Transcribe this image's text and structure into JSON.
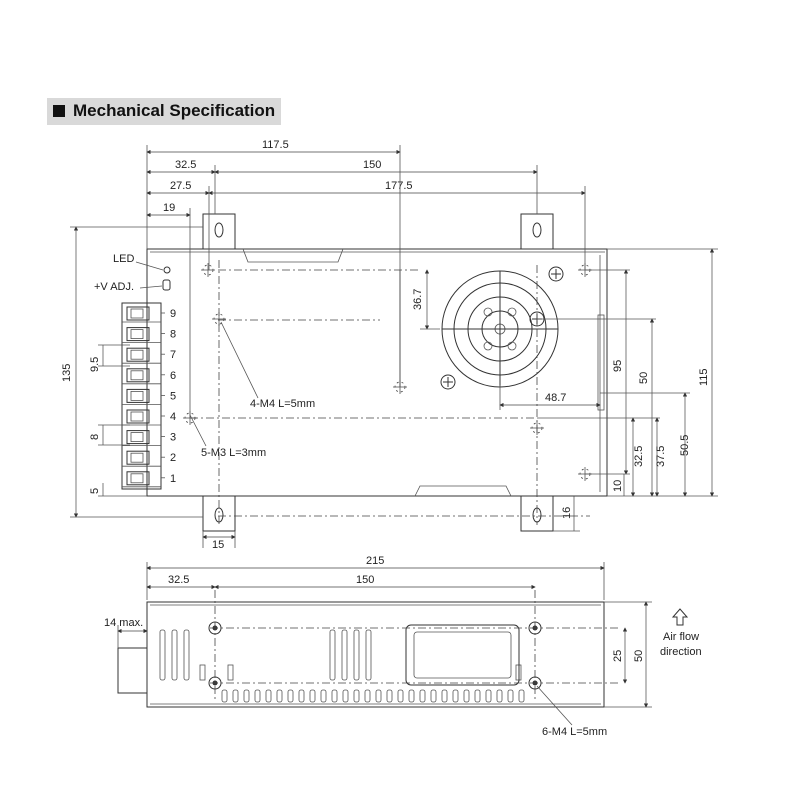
{
  "title": "Mechanical Specification",
  "top_view": {
    "dims": {
      "d117_5": "117.5",
      "d32_5": "32.5",
      "d150": "150",
      "d27_5": "27.5",
      "d177_5": "177.5",
      "d19": "19",
      "d135": "135",
      "d36_7": "36.7",
      "d95": "95",
      "d50": "50",
      "d115": "115",
      "d48_7": "48.7",
      "d32_5b": "32.5",
      "d37_5": "37.5",
      "d50_5": "50.5",
      "d10": "10",
      "d16": "16",
      "d15": "15",
      "d9_5": "9.5",
      "d8": "8",
      "d5": "5"
    },
    "labels": {
      "led": "LED",
      "v_adj": "+V ADJ.",
      "m4": "4-M4 L=5mm",
      "m3": "5-M3 L=3mm"
    },
    "terminals": [
      "9",
      "8",
      "7",
      "6",
      "5",
      "4",
      "3",
      "2",
      "1"
    ]
  },
  "side_view": {
    "dims": {
      "d215": "215",
      "d32_5": "32.5",
      "d150": "150",
      "d14max": "14 max.",
      "d25": "25",
      "d50": "50"
    },
    "labels": {
      "m4": "6-M4 L=5mm",
      "airflow_1": "Air flow",
      "airflow_2": "direction"
    }
  }
}
